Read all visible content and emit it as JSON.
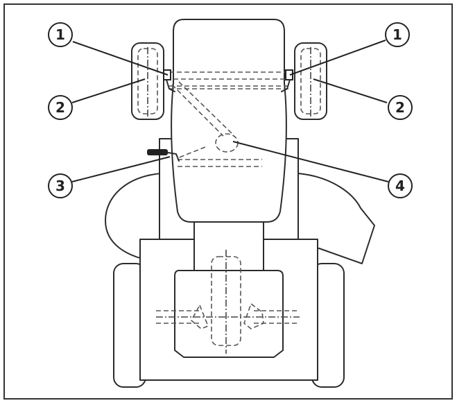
{
  "callouts": [
    {
      "id": "callout-1-left",
      "label": "1"
    },
    {
      "id": "callout-2-left",
      "label": "2"
    },
    {
      "id": "callout-3",
      "label": "3"
    },
    {
      "id": "callout-1-right",
      "label": "1"
    },
    {
      "id": "callout-2-right",
      "label": "2"
    },
    {
      "id": "callout-4",
      "label": "4"
    }
  ],
  "colors": {
    "line": "#2b2b2b",
    "background": "#ffffff"
  }
}
